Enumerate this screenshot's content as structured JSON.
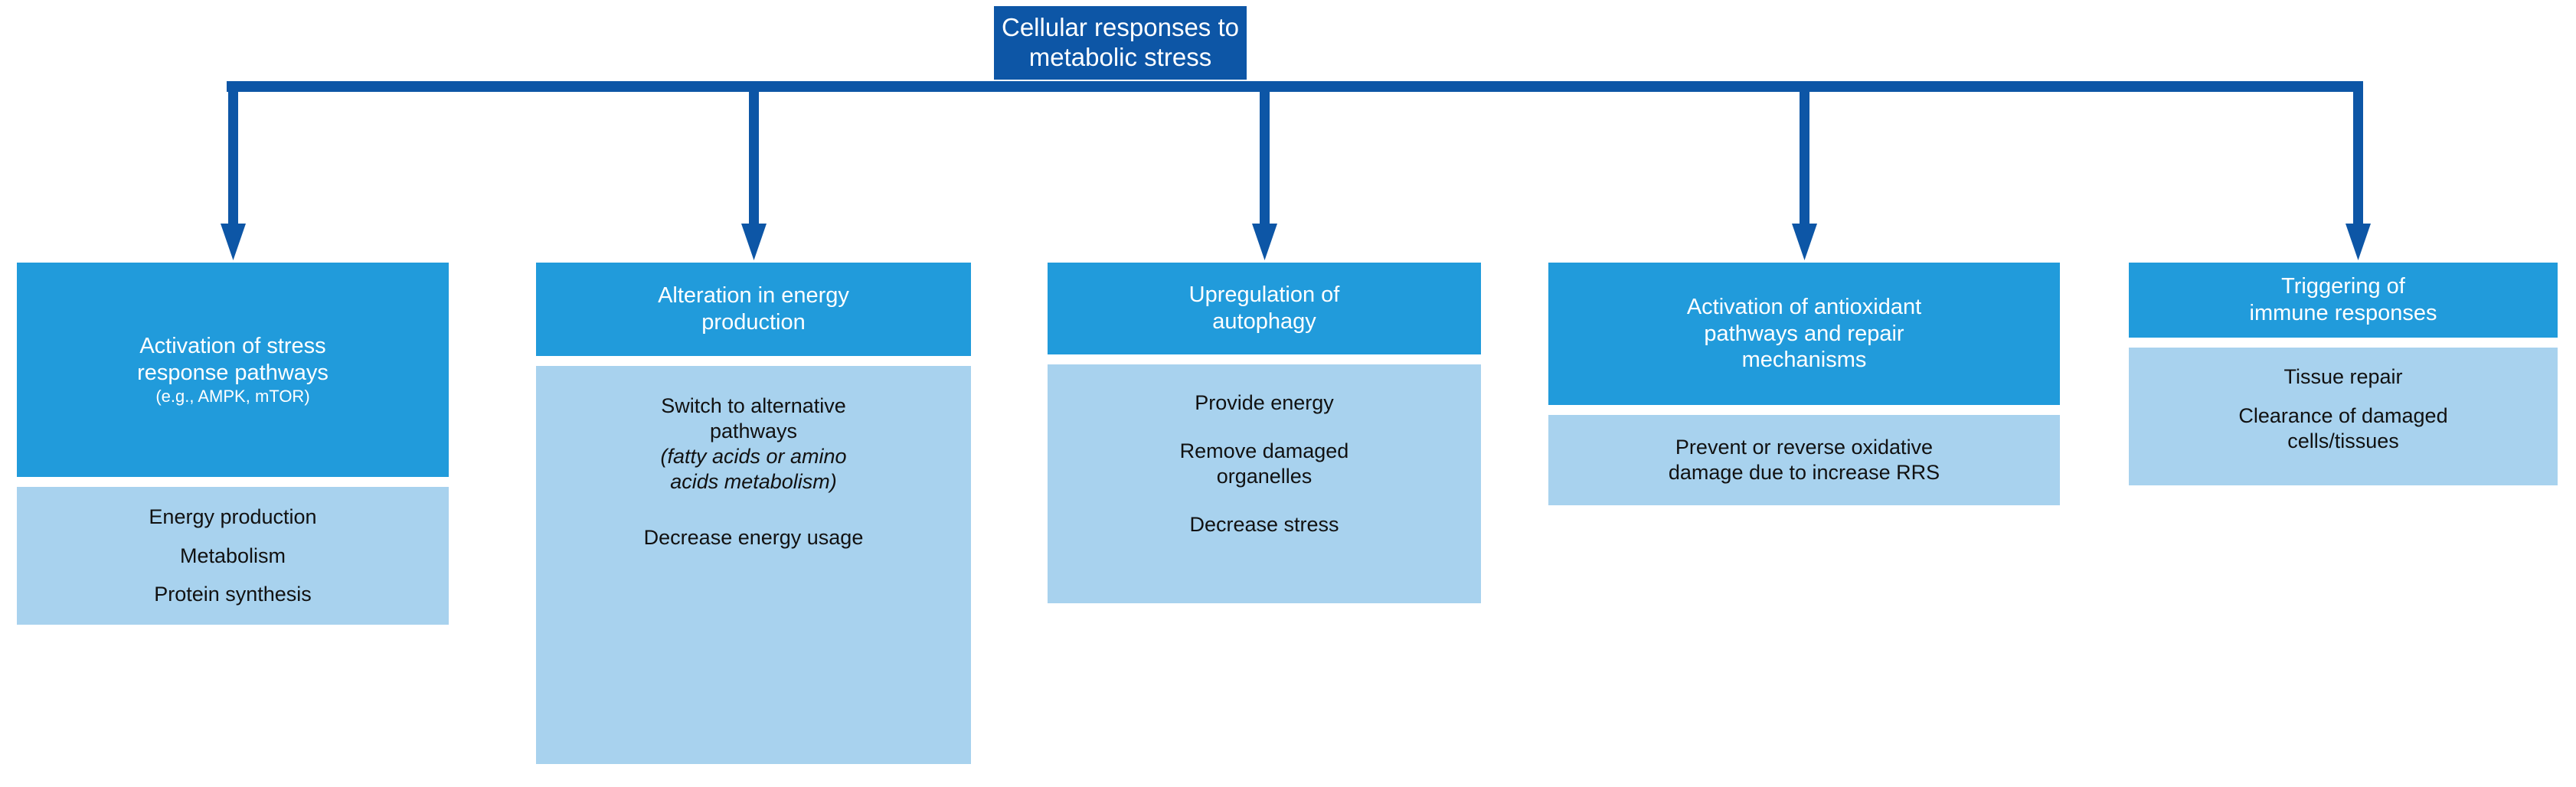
{
  "diagram": {
    "type": "flowchart",
    "orientation": "top-down-fan-out",
    "root": {
      "label": "Cellular responses to\nmetabolic stress"
    },
    "colors": {
      "root_fill": "#0D56A6",
      "connector": "#0D56A6",
      "branch_header_fill": "#219BDB",
      "branch_body_fill": "#A8D2EE",
      "header_text": "#FFFFFF",
      "body_text": "#111111",
      "background": "#FFFFFF"
    },
    "branches": [
      {
        "header_title": "Activation of stress\nresponse pathways",
        "header_subtitle": "(e.g., AMPK, mTOR)",
        "body_lines": [
          "Energy production",
          "Metabolism",
          "Protein synthesis"
        ]
      },
      {
        "header_title": "Alteration in energy\nproduction",
        "header_subtitle": "",
        "body_lines": [
          "Switch to alternative\npathways",
          "(fatty acids or amino\nacids metabolism)",
          "Decrease energy usage"
        ]
      },
      {
        "header_title": "Upregulation of\nautophagy",
        "header_subtitle": "",
        "body_lines": [
          "Provide energy",
          "Remove damaged\norganelles",
          "Decrease stress"
        ]
      },
      {
        "header_title": "Activation of antioxidant\npathways and repair\nmechanisms",
        "header_subtitle": "",
        "body_lines": [
          "Prevent or reverse oxidative\ndamage due to increase RRS"
        ]
      },
      {
        "header_title": "Triggering of\nimmune responses",
        "header_subtitle": "",
        "body_lines": [
          "Tissue repair",
          "Clearance of damaged\ncells/tissues"
        ]
      }
    ]
  }
}
